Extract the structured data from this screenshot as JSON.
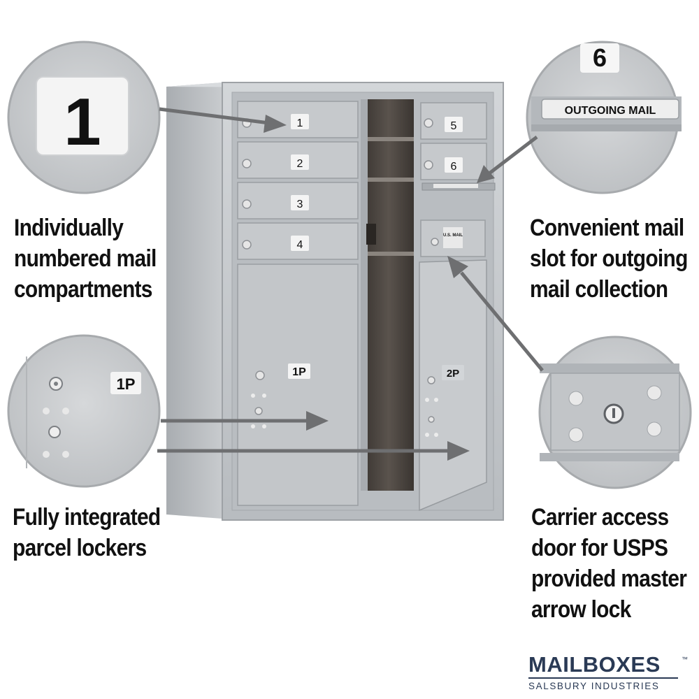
{
  "captions": {
    "numbered": [
      "Individually",
      "numbered mail",
      "compartments"
    ],
    "outgoing": [
      "Convenient mail",
      "slot for outgoing",
      "mail collection"
    ],
    "parcel": [
      "Fully integrated",
      "parcel lockers"
    ],
    "carrier": [
      "Carrier access",
      "door for USPS",
      "provided master",
      "arrow lock"
    ]
  },
  "zoom_labels": {
    "number_tag": "1",
    "outgoing_number": "6",
    "outgoing_plate": "OUTGOING MAIL",
    "parcel_tag": "1P"
  },
  "door_labels": [
    "1",
    "2",
    "3",
    "4",
    "5",
    "6"
  ],
  "parcel_labels": [
    "1P",
    "2P"
  ],
  "usmail_plate": "U.S. MAIL",
  "brand": {
    "name": "MAILBOXES",
    "sub": "SALSBURY INDUSTRIES",
    "tm": "™"
  },
  "colors": {
    "metal": "#c4c7ca",
    "metal_dark": "#9da1a5",
    "circle_bg": "#c9cbcd",
    "interior": "#4a4541",
    "arrow": "#6e6f71",
    "brand": "#2a3a55"
  }
}
